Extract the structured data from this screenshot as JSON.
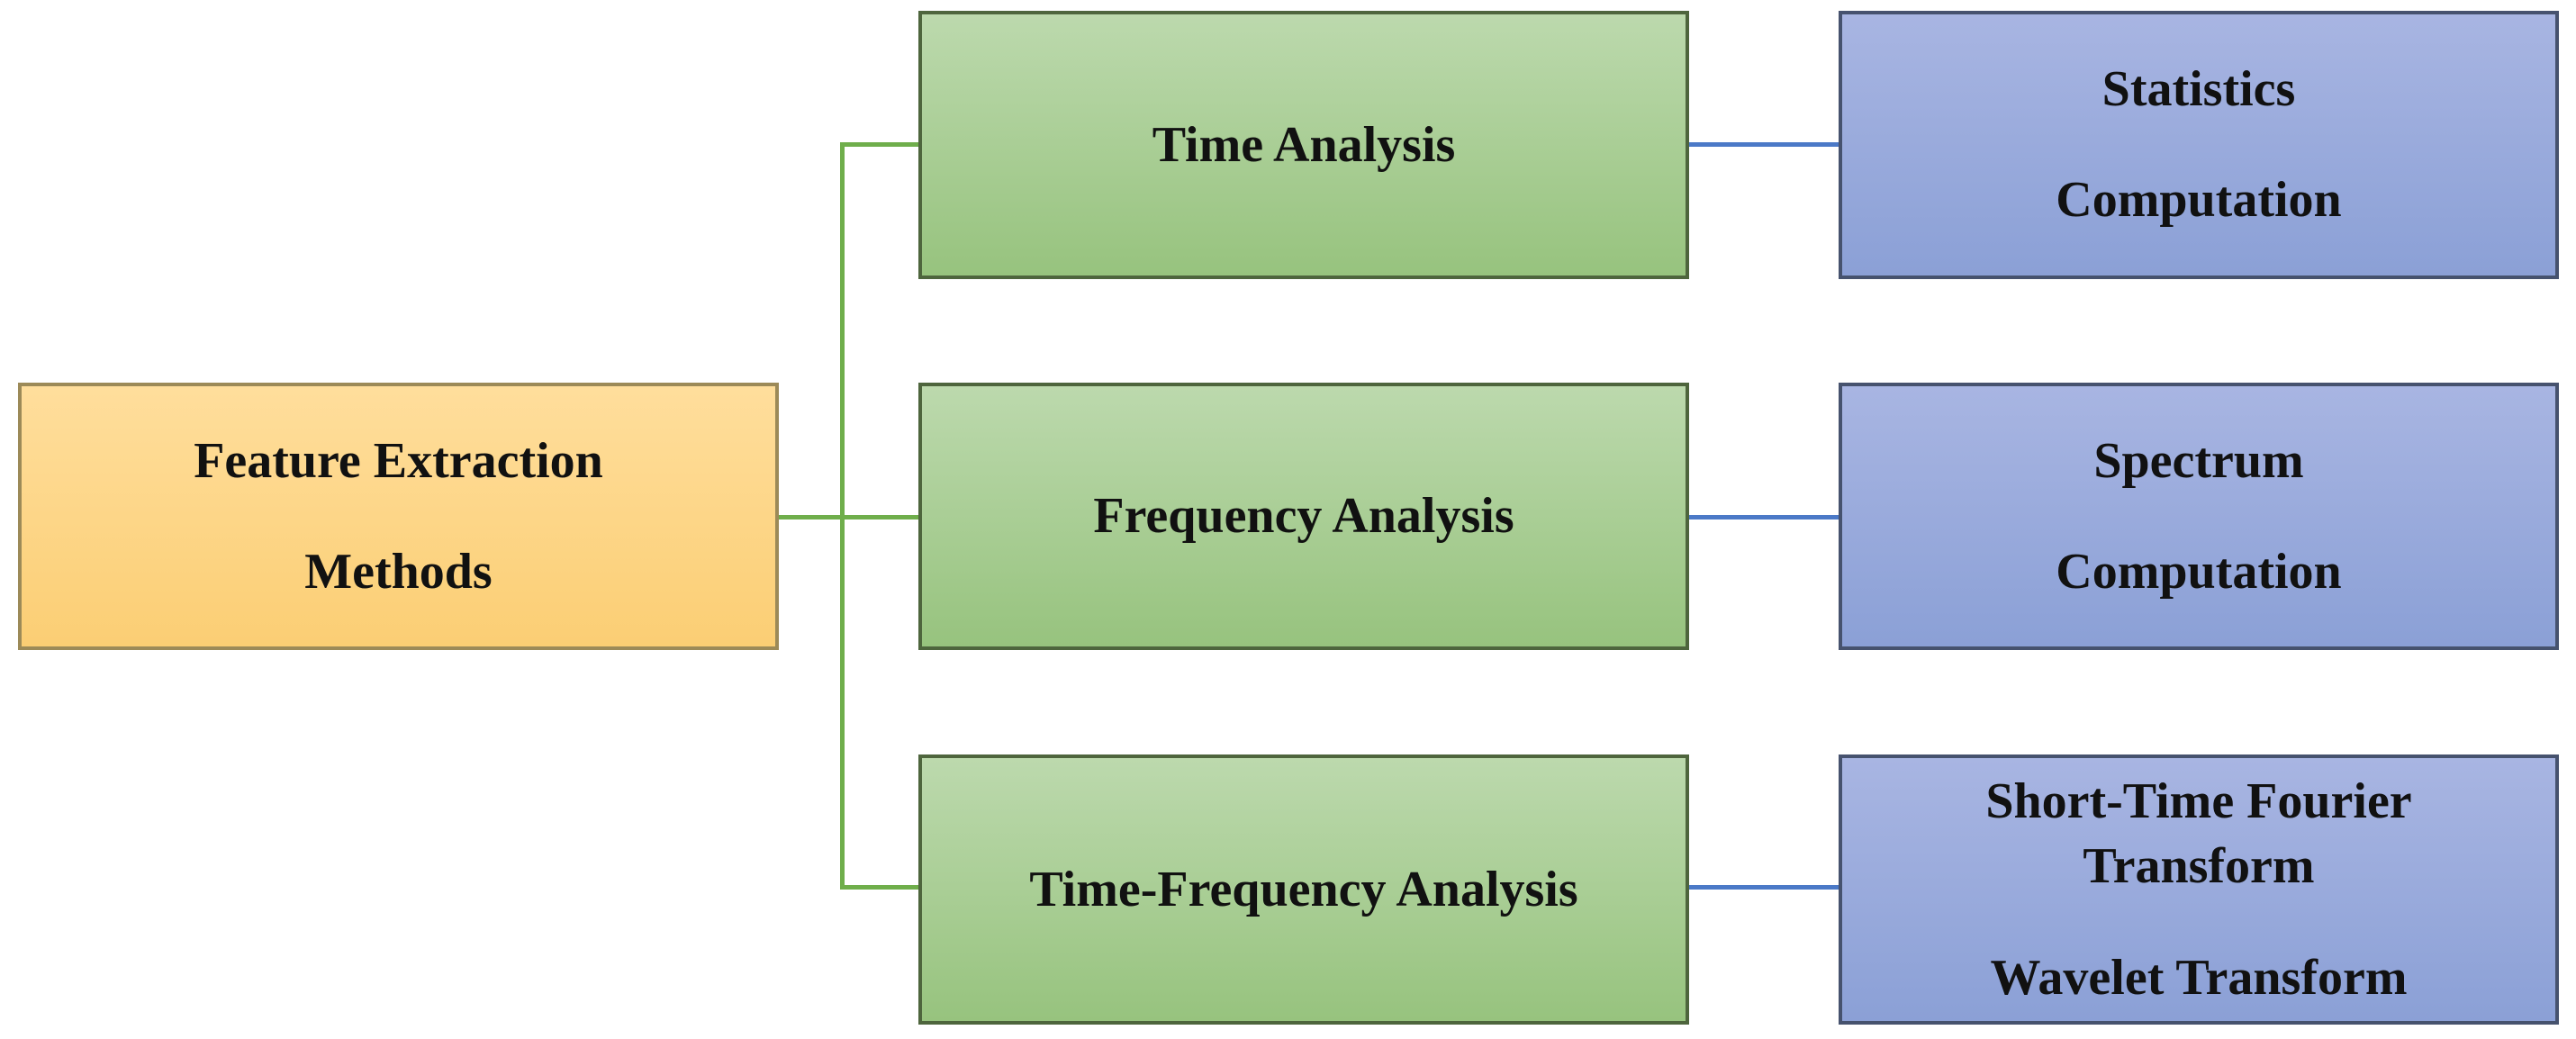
{
  "diagram_title": "Feature Extraction Methods",
  "colors": {
    "root-fill-top": "#FFDE9C",
    "root-fill-bottom": "#FBCE74",
    "root-border": "#9C8A58",
    "method-fill-top": "#BCD9AD",
    "method-fill-bottom": "#97C37E",
    "method-border": "#4E653D",
    "tech-fill-top": "#A8B5E2",
    "tech-fill-bottom": "#8BA0D6",
    "tech-border": "#46526E",
    "green-connector": "#6FAE4B",
    "blue-connector": "#4B79C7",
    "text": "#111111",
    "background": "#FFFFFF"
  },
  "root": {
    "line1": "Feature Extraction",
    "line2": "Methods"
  },
  "rows": [
    {
      "method": "Time Analysis",
      "technique_line1": "Statistics",
      "technique_line2": "Computation"
    },
    {
      "method": "Frequency Analysis",
      "technique_line1": "Spectrum",
      "technique_line2": "Computation"
    },
    {
      "method": "Time-Frequency Analysis",
      "technique_line1": "Short-Time Fourier Transform",
      "technique_line2": "Wavelet Transform"
    }
  ]
}
